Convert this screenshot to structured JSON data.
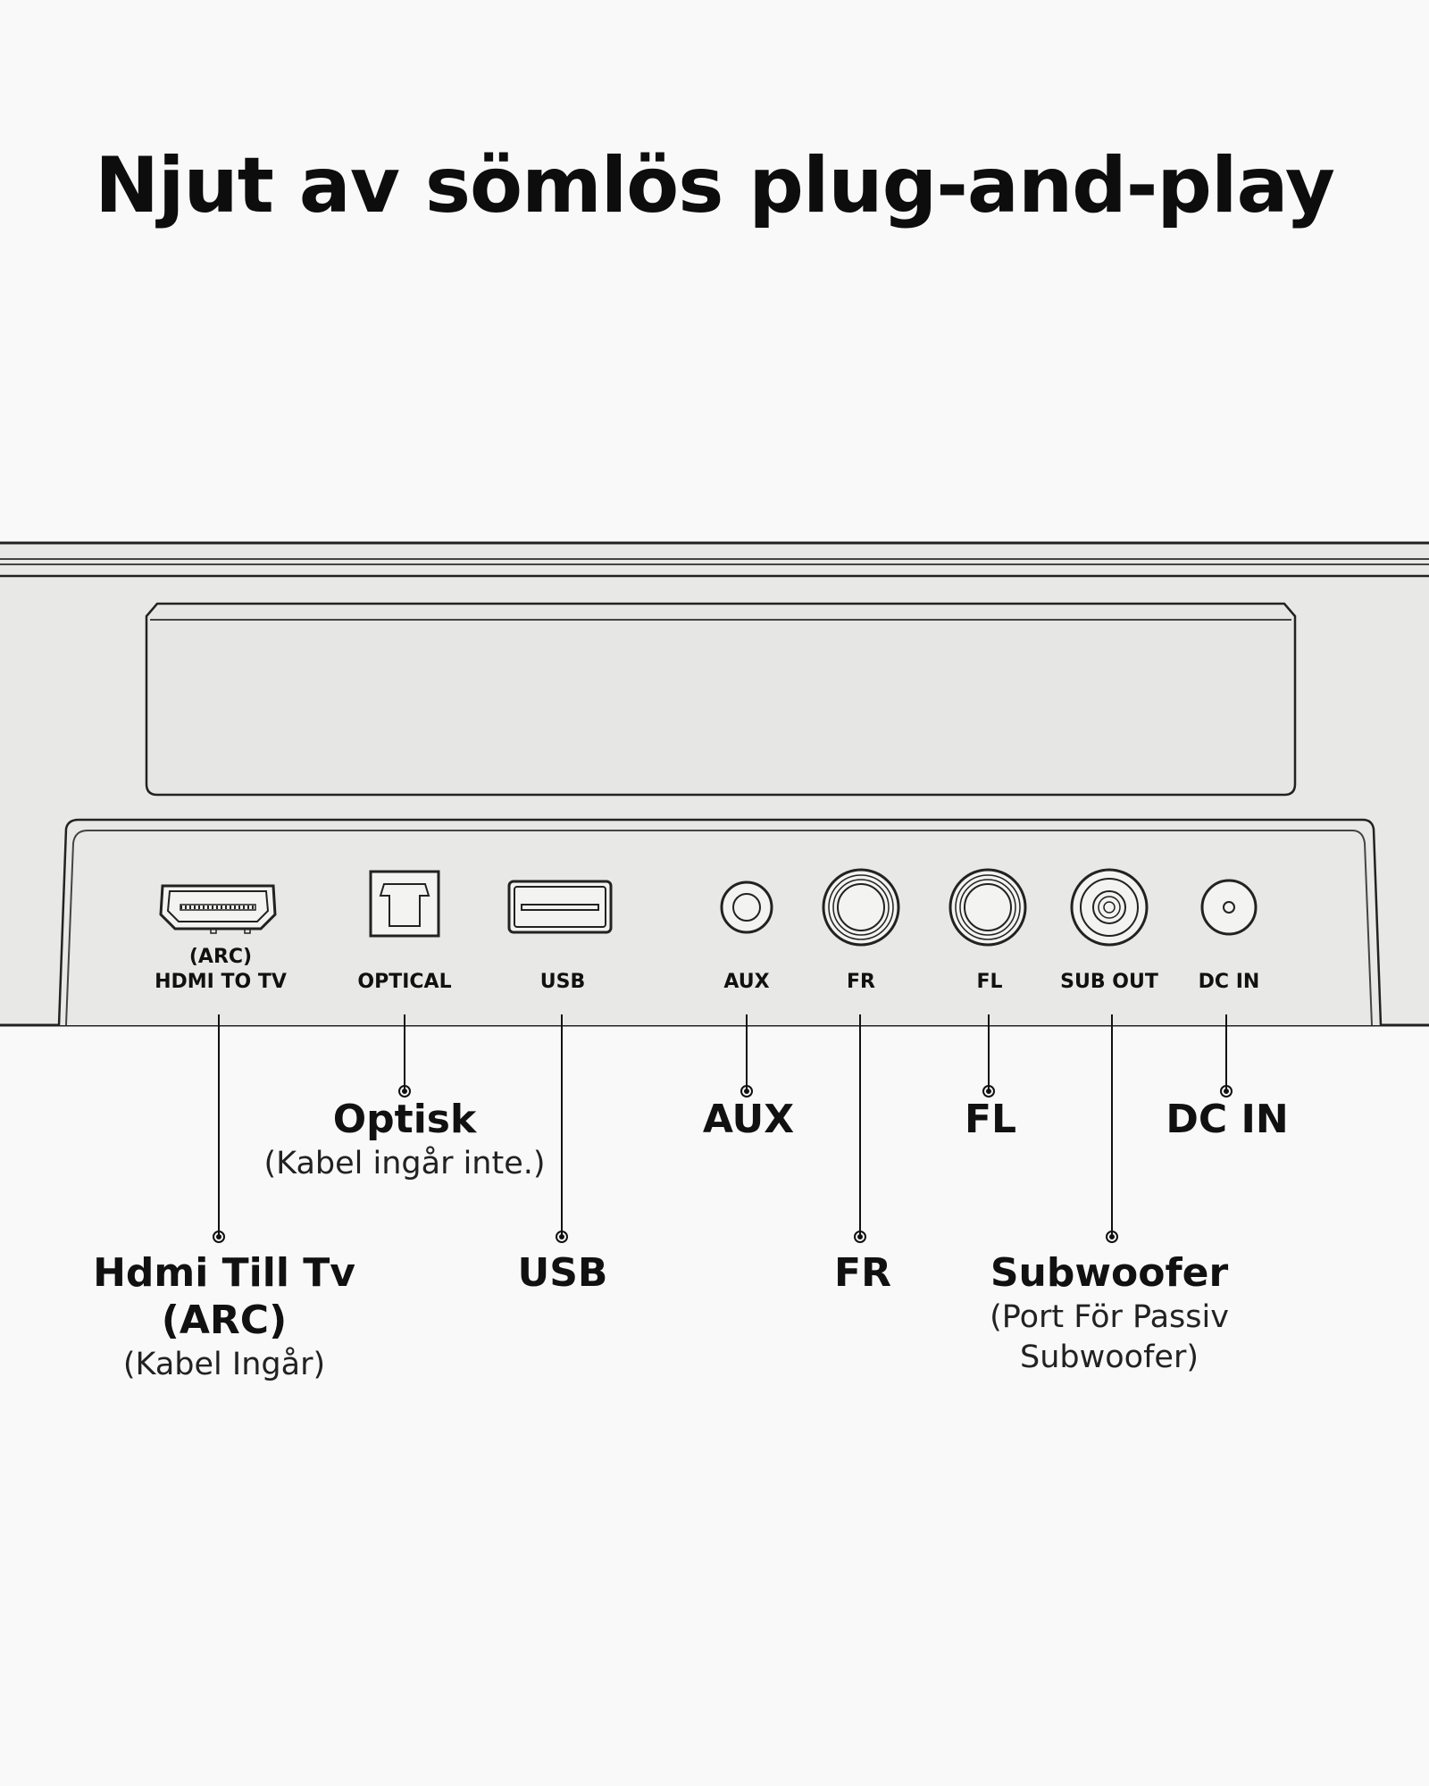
{
  "title": "Njut av sömlös plug-and-play",
  "ports": {
    "hdmi": {
      "line1": "(ARC)",
      "line2": "HDMI TO TV"
    },
    "optical": "OPTICAL",
    "usb": "USB",
    "aux": "AUX",
    "fr": "FR",
    "fl": "FL",
    "sub_out": "SUB OUT",
    "dc_in": "DC IN"
  },
  "callouts": {
    "optisk": {
      "main": "Optisk",
      "sub": "(Kabel ingår inte.)"
    },
    "aux": {
      "main": "AUX"
    },
    "fl": {
      "main": "FL"
    },
    "dc_in": {
      "main": "DC IN"
    },
    "hdmi": {
      "main1": "Hdmi Till Tv",
      "main2": "(ARC)",
      "sub": "(Kabel Ingår)"
    },
    "usb": {
      "main": "USB"
    },
    "fr": {
      "main": "FR"
    },
    "subwoofer": {
      "main": "Subwoofer",
      "sub1": "(Port För Passiv",
      "sub2": "Subwoofer)"
    }
  }
}
